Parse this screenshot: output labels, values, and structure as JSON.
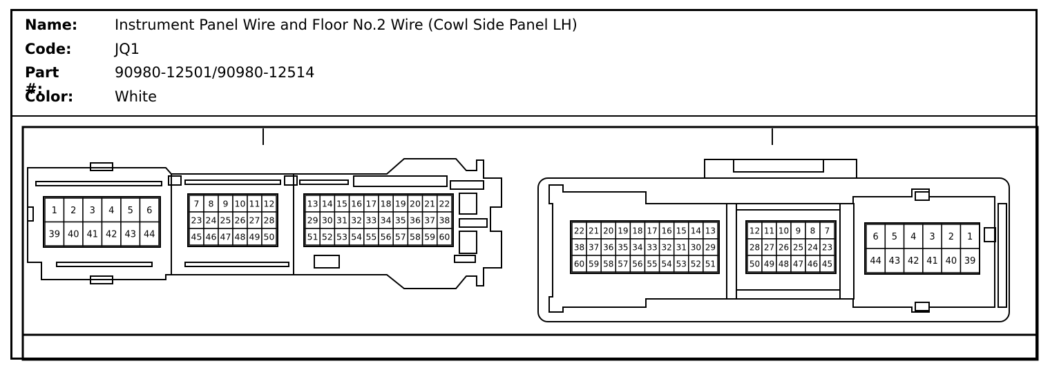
{
  "info": {
    "name_label": "Name:",
    "name_value": "Instrument Panel Wire and Floor No.2 Wire (Cowl Side Panel LH)",
    "code_label": "Code:",
    "code_value": "JQ1",
    "part_label": "Part #:",
    "part_value": "90980-12501/90980-12514",
    "color_label": "Color:",
    "color_value": "White"
  },
  "left_connector": {
    "block1_rows": [
      [
        "1",
        "2",
        "3",
        "4",
        "5",
        "6"
      ],
      [
        "39",
        "40",
        "41",
        "42",
        "43",
        "44"
      ]
    ],
    "block2_rows": [
      [
        "7",
        "8",
        "9",
        "10",
        "11",
        "12"
      ],
      [
        "23",
        "24",
        "25",
        "26",
        "27",
        "28"
      ],
      [
        "45",
        "46",
        "47",
        "48",
        "49",
        "50"
      ]
    ],
    "block3_rows": [
      [
        "13",
        "14",
        "15",
        "16",
        "17",
        "18",
        "19",
        "20",
        "21",
        "22"
      ],
      [
        "29",
        "30",
        "31",
        "32",
        "33",
        "34",
        "35",
        "36",
        "37",
        "38"
      ],
      [
        "51",
        "52",
        "53",
        "54",
        "55",
        "56",
        "57",
        "58",
        "59",
        "60"
      ]
    ]
  },
  "right_connector": {
    "block1_rows": [
      [
        "22",
        "21",
        "20",
        "19",
        "18",
        "17",
        "16",
        "15",
        "14",
        "13"
      ],
      [
        "38",
        "37",
        "36",
        "35",
        "34",
        "33",
        "32",
        "31",
        "30",
        "29"
      ],
      [
        "60",
        "59",
        "58",
        "57",
        "56",
        "55",
        "54",
        "53",
        "52",
        "51"
      ]
    ],
    "block2_rows": [
      [
        "12",
        "11",
        "10",
        "9",
        "8",
        "7"
      ],
      [
        "28",
        "27",
        "26",
        "25",
        "24",
        "23"
      ],
      [
        "50",
        "49",
        "48",
        "47",
        "46",
        "45"
      ]
    ],
    "block3_rows": [
      [
        "6",
        "5",
        "4",
        "3",
        "2",
        "1"
      ],
      [
        "44",
        "43",
        "42",
        "41",
        "40",
        "39"
      ]
    ]
  }
}
